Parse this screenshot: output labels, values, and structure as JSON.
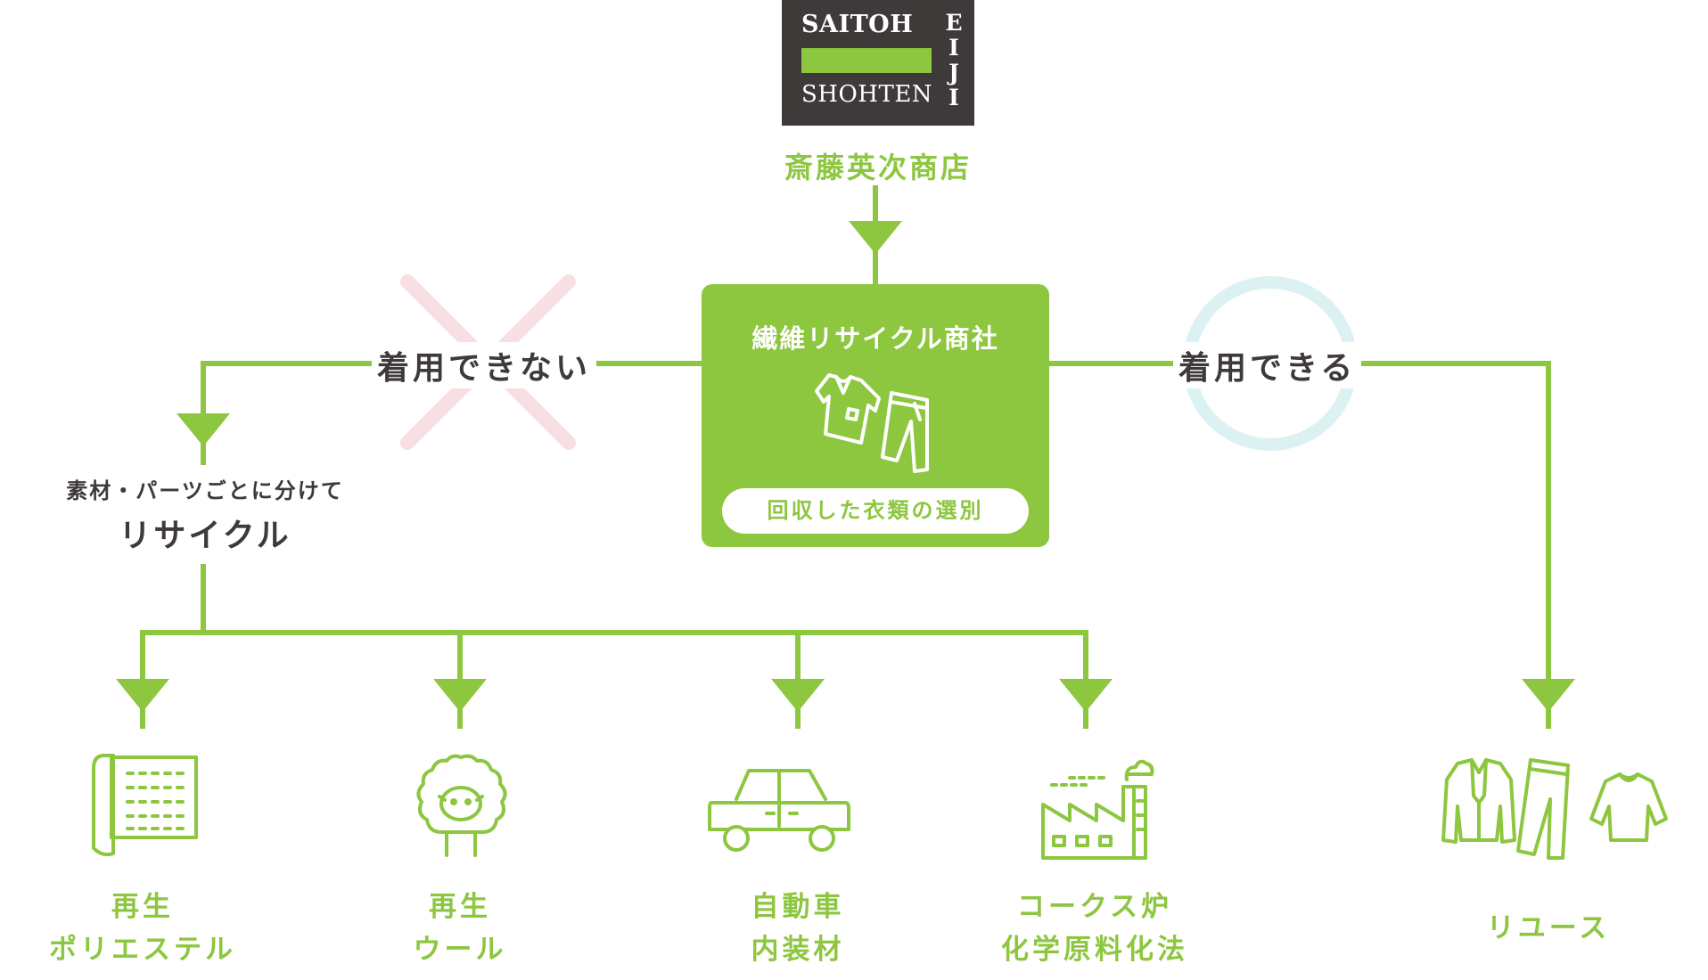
{
  "logo": {
    "line1": "SAITOH",
    "line2": "SHOHTEN",
    "vertical": "EIJI"
  },
  "company_name": "斎藤英次商店",
  "center_box": {
    "title": "繊維リサイクル商社",
    "pill": "回収した衣類の選別",
    "icons": [
      "shirt-icon",
      "pants-icon"
    ]
  },
  "branches": {
    "left": {
      "label": "着用できない",
      "mark": "cross"
    },
    "right": {
      "label": "着用できる",
      "mark": "circle"
    }
  },
  "recycle": {
    "description": "素材・パーツごとに分けて",
    "title": "リサイクル"
  },
  "outputs": [
    {
      "line1": "再生",
      "line2": "ポリエステル",
      "icon": "fabric-roll-icon"
    },
    {
      "line1": "再生",
      "line2": "ウール",
      "icon": "sheep-icon"
    },
    {
      "line1": "自動車",
      "line2": "内装材",
      "icon": "car-icon"
    },
    {
      "line1": "コークス炉",
      "line2": "化学原料化法",
      "icon": "factory-icon"
    }
  ],
  "reuse": {
    "label": "リユース",
    "icon": "clothing-set-icon"
  },
  "colors": {
    "green": "#8dc63f",
    "dark": "#3e3a39",
    "cross": "#f7dfe3",
    "circle": "#dbf1f2"
  }
}
